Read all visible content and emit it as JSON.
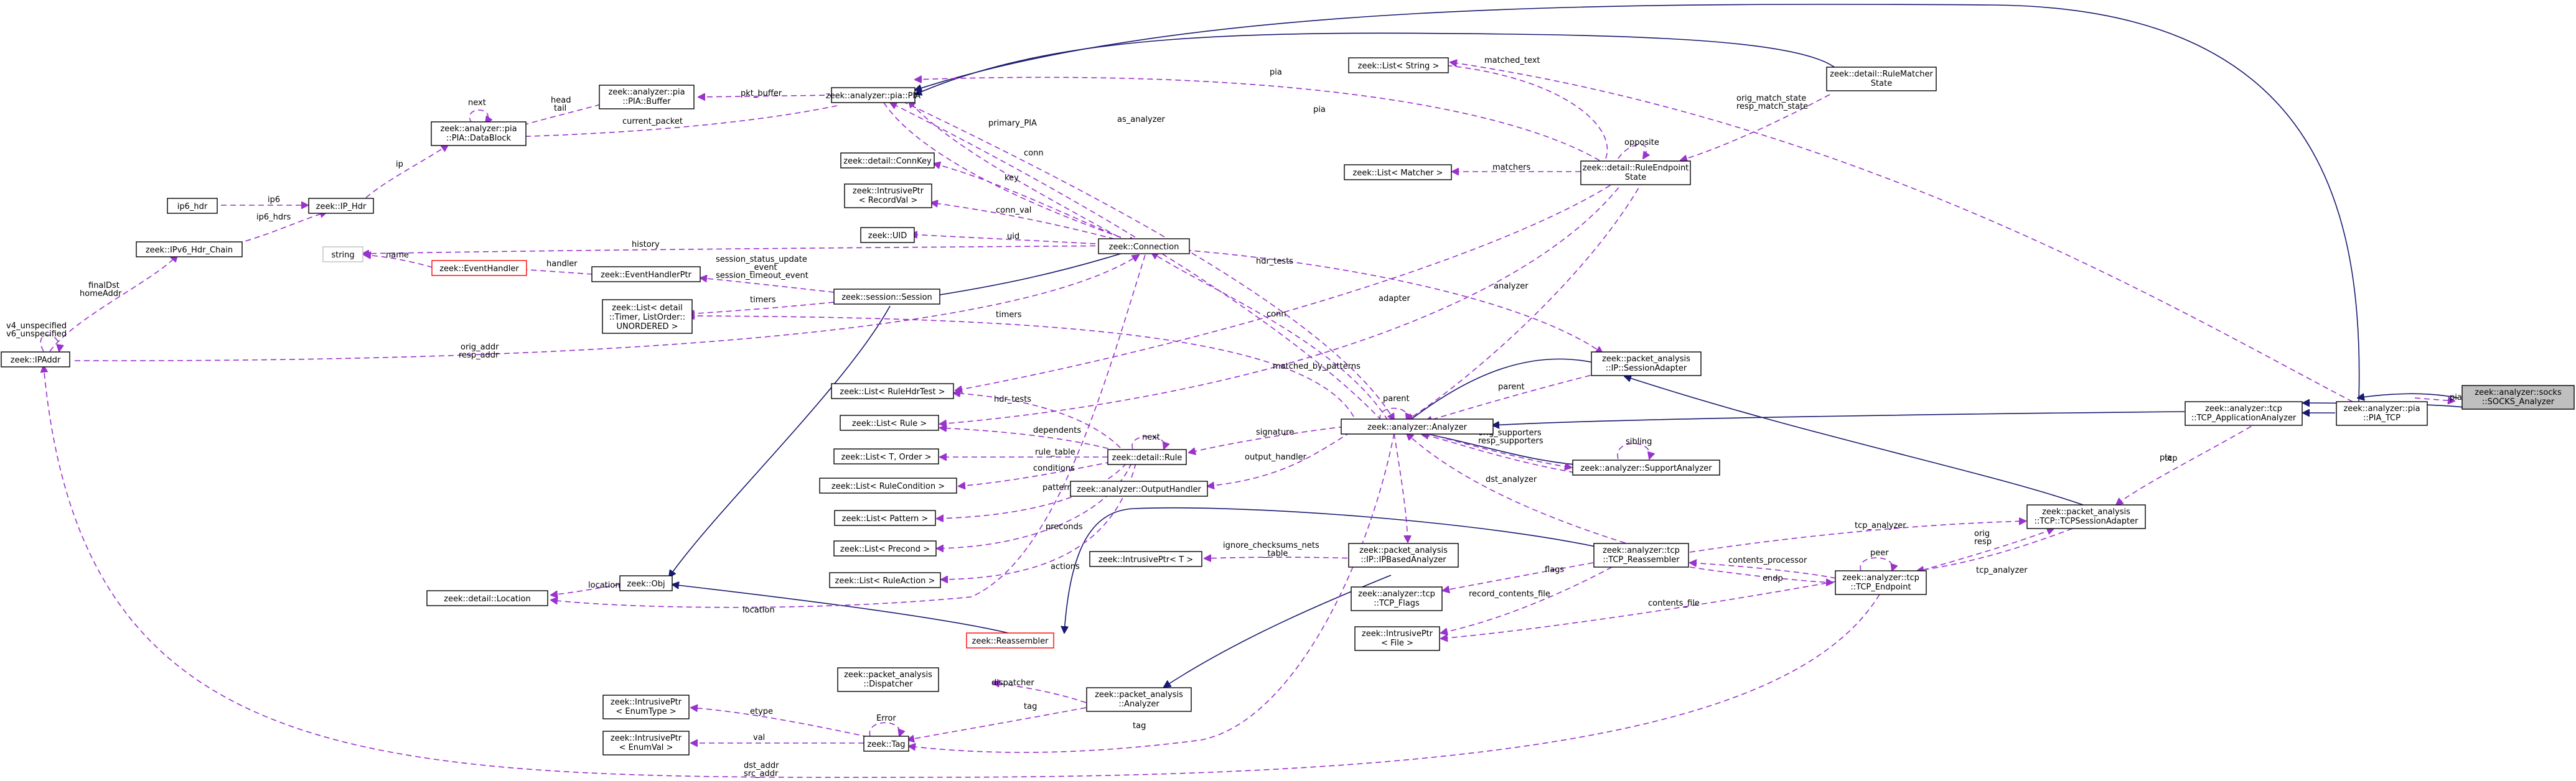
{
  "diagram": {
    "colors": {
      "inheritance_edge": "#191970",
      "usage_edge": "#9a32cd",
      "node_border": "#000000",
      "undocumented_border": "#ff0000",
      "external_border": "#bfbfbf",
      "highlight_fill": "#bfbfbf"
    },
    "nodes": {
      "socks_analyzer": {
        "lines": [
          "zeek::analyzer::socks",
          "::SOCKS_Analyzer"
        ]
      },
      "pia_tcp": {
        "lines": [
          "zeek::analyzer::pia",
          "::PIA_TCP"
        ]
      },
      "tcp_app_analyzer": {
        "lines": [
          "zeek::analyzer::tcp",
          "::TCP_ApplicationAnalyzer"
        ]
      },
      "rule_matcher_state": {
        "lines": [
          "zeek::detail::RuleMatcher",
          "State"
        ]
      },
      "rule_endpoint_state": {
        "lines": [
          "zeek::detail::RuleEndpoint",
          "State"
        ]
      },
      "list_string": {
        "lines": [
          "zeek::List< String >"
        ]
      },
      "list_matcher": {
        "lines": [
          "zeek::List< Matcher >"
        ]
      },
      "pia": {
        "lines": [
          "zeek::analyzer::pia::PIA"
        ]
      },
      "pia_buffer": {
        "lines": [
          "zeek::analyzer::pia",
          "::PIA::Buffer"
        ]
      },
      "pia_datablock": {
        "lines": [
          "zeek::analyzer::pia",
          "::PIA::DataBlock"
        ]
      },
      "ip_hdr": {
        "lines": [
          "zeek::IP_Hdr"
        ]
      },
      "ip6_hdr": {
        "lines": [
          "ip6_hdr"
        ]
      },
      "ipv6_hdr_chain": {
        "lines": [
          "zeek::IPv6_Hdr_Chain"
        ]
      },
      "ipaddr": {
        "lines": [
          "zeek::IPAddr"
        ]
      },
      "string": {
        "lines": [
          "string"
        ]
      },
      "event_handler": {
        "lines": [
          "zeek::EventHandler"
        ]
      },
      "event_handler_ptr": {
        "lines": [
          "zeek::EventHandlerPtr"
        ]
      },
      "session": {
        "lines": [
          "zeek::session::Session"
        ]
      },
      "list_timer": {
        "lines": [
          "zeek::List< detail",
          "::Timer, ListOrder::",
          "UNORDERED >"
        ]
      },
      "conn_key": {
        "lines": [
          "zeek::detail::ConnKey"
        ]
      },
      "intrusive_recordval": {
        "lines": [
          "zeek::IntrusivePtr",
          "< RecordVal >"
        ]
      },
      "uid": {
        "lines": [
          "zeek::UID"
        ]
      },
      "connection": {
        "lines": [
          "zeek::Connection"
        ]
      },
      "list_rulehdrtest": {
        "lines": [
          "zeek::List< RuleHdrTest >"
        ]
      },
      "list_rule": {
        "lines": [
          "zeek::List< Rule >"
        ]
      },
      "list_t_order": {
        "lines": [
          "zeek::List< T, Order >"
        ]
      },
      "list_rulecondition": {
        "lines": [
          "zeek::List< RuleCondition >"
        ]
      },
      "list_pattern": {
        "lines": [
          "zeek::List< Pattern >"
        ]
      },
      "list_precond": {
        "lines": [
          "zeek::List< Precond >"
        ]
      },
      "list_ruleaction": {
        "lines": [
          "zeek::List< RuleAction >"
        ]
      },
      "rule": {
        "lines": [
          "zeek::detail::Rule"
        ]
      },
      "output_handler": {
        "lines": [
          "zeek::analyzer::OutputHandler"
        ]
      },
      "obj": {
        "lines": [
          "zeek::Obj"
        ]
      },
      "location": {
        "lines": [
          "zeek::detail::Location"
        ]
      },
      "reassembler": {
        "lines": [
          "zeek::Reassembler"
        ]
      },
      "analyzer": {
        "lines": [
          "zeek::analyzer::Analyzer"
        ]
      },
      "session_adapter": {
        "lines": [
          "zeek::packet_analysis",
          "::IP::SessionAdapter"
        ]
      },
      "support_analyzer": {
        "lines": [
          "zeek::analyzer::SupportAnalyzer"
        ]
      },
      "intrusive_t": {
        "lines": [
          "zeek::IntrusivePtr< T >"
        ]
      },
      "ip_based_analyzer": {
        "lines": [
          "zeek::packet_analysis",
          "::IP::IPBasedAnalyzer"
        ]
      },
      "tcp_flags": {
        "lines": [
          "zeek::analyzer::tcp",
          "::TCP_Flags"
        ]
      },
      "intrusive_file": {
        "lines": [
          "zeek::IntrusivePtr",
          "< File >"
        ]
      },
      "tcp_reassembler": {
        "lines": [
          "zeek::analyzer::tcp",
          "::TCP_Reassembler"
        ]
      },
      "tcp_endpoint": {
        "lines": [
          "zeek::analyzer::tcp",
          "::TCP_Endpoint"
        ]
      },
      "tcp_session_adapter": {
        "lines": [
          "zeek::packet_analysis",
          "::TCP::TCPSessionAdapter"
        ]
      },
      "dispatcher": {
        "lines": [
          "zeek::packet_analysis",
          "::Dispatcher"
        ]
      },
      "pa_analyzer": {
        "lines": [
          "zeek::packet_analysis",
          "::Analyzer"
        ]
      },
      "intrusive_enumtype": {
        "lines": [
          "zeek::IntrusivePtr",
          "< EnumType >"
        ]
      },
      "intrusive_enumval": {
        "lines": [
          "zeek::IntrusivePtr",
          "< EnumVal >"
        ]
      },
      "tag": {
        "lines": [
          "zeek::Tag"
        ]
      }
    },
    "edge_labels": {
      "pia": "pia",
      "pia2": "pia",
      "pia3": "pia",
      "pia4": "pia",
      "matched_text": "matched_text",
      "orig_match_state": "orig_match_state",
      "resp_match_state": "resp_match_state",
      "opposite": "opposite",
      "matchers": "matchers",
      "pkt_buffer": "pkt_buffer",
      "head": "head",
      "tail": "tail",
      "next": "next",
      "next2": "next",
      "current_packet": "current_packet",
      "ip": "ip",
      "ip6": "ip6",
      "ip6_hdrs": "ip6_hdrs",
      "finalDst": "finalDst",
      "homeAddr": "homeAddr",
      "v4_unspecified": "v4_unspecified",
      "v6_unspecified": "v6_unspecified",
      "orig_addr": "orig_addr",
      "resp_addr": "resp_addr",
      "dst_addr": "dst_addr",
      "src_addr": "src_addr",
      "name": "name",
      "history": "history",
      "handler": "handler",
      "session_status_update_event": "session_status_update",
      "event": "_event",
      "session_timeout_event": "session_timeout_event",
      "timers": "timers",
      "timers2": "timers",
      "primary_PIA": "primary_PIA",
      "as_analyzer": "as_analyzer",
      "conn": "conn",
      "conn2": "conn",
      "key": "key",
      "conn_val": "conn_val",
      "uid": "uid",
      "hdr_tests": "hdr_tests",
      "hdr_tests2": "hdr_tests",
      "adapter": "adapter",
      "analyzer": "analyzer",
      "matched_by_patterns": "matched_by_patterns",
      "dependents": "dependents",
      "rule_table": "rule_table",
      "conditions": "conditions",
      "patterns": "patterns",
      "preconds": "preconds",
      "actions": "actions",
      "signature": "signature",
      "output_handler": "output_handler",
      "parent": "parent",
      "parent2": "parent",
      "orig_supporters": "orig_supporters",
      "resp_supporters": "resp_supporters",
      "sibling": "sibling",
      "dst_analyzer": "dst_analyzer",
      "location": "location",
      "location2": "location",
      "ignore_checksums_nets_table": "ignore_checksums_nets",
      "table": "_table",
      "flags": "flags",
      "record_contents_file": "record_contents_file",
      "contents_file": "contents_file",
      "contents_processor": "contents_processor",
      "endp": "endp",
      "tcp_analyzer": "tcp_analyzer",
      "tcp_analyzer2": "tcp_analyzer",
      "peer": "peer",
      "orig": "orig",
      "resp": "resp",
      "tcp": "tcp",
      "dispatcher": "dispatcher",
      "tag": "tag",
      "tag2": "tag",
      "etype": "etype",
      "val": "val",
      "error": "Error"
    }
  }
}
